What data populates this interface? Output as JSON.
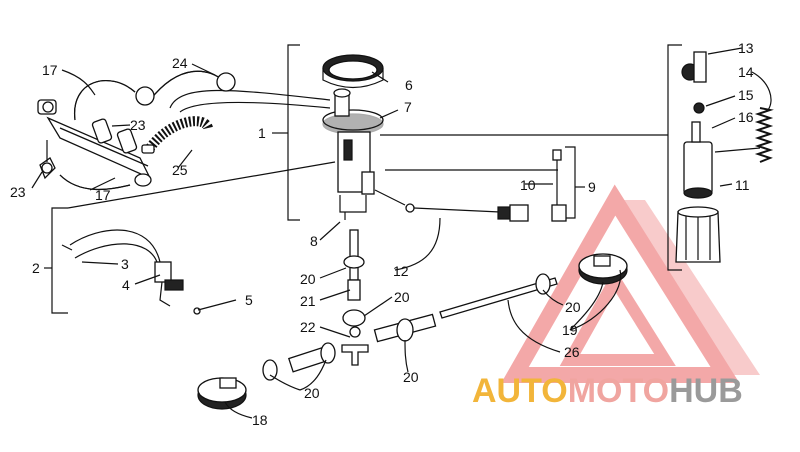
{
  "callouts": {
    "c1": "1",
    "c2": "2",
    "c3": "3",
    "c4": "4",
    "c5": "5",
    "c6": "6",
    "c7": "7",
    "c8": "8",
    "c9": "9",
    "c10": "10",
    "c11": "11",
    "c12": "12",
    "c13": "13",
    "c14": "14",
    "c15": "15",
    "c16": "16",
    "c17a": "17",
    "c17b": "17",
    "c18": "18",
    "c19": "19",
    "c20a": "20",
    "c20b": "20",
    "c20c": "20",
    "c20d": "20",
    "c20e": "20",
    "c21": "21",
    "c22": "22",
    "c23a": "23",
    "c23b": "23",
    "c24": "24",
    "c25": "25",
    "c26": "26"
  },
  "watermark": {
    "part1": "AUTO",
    "part2": "MOTO",
    "part3": "HUB",
    "color1": "#f2b53a",
    "color2": "#f0a5a0",
    "color3": "#9a9a9a",
    "logo_color": "#f08c8c"
  }
}
